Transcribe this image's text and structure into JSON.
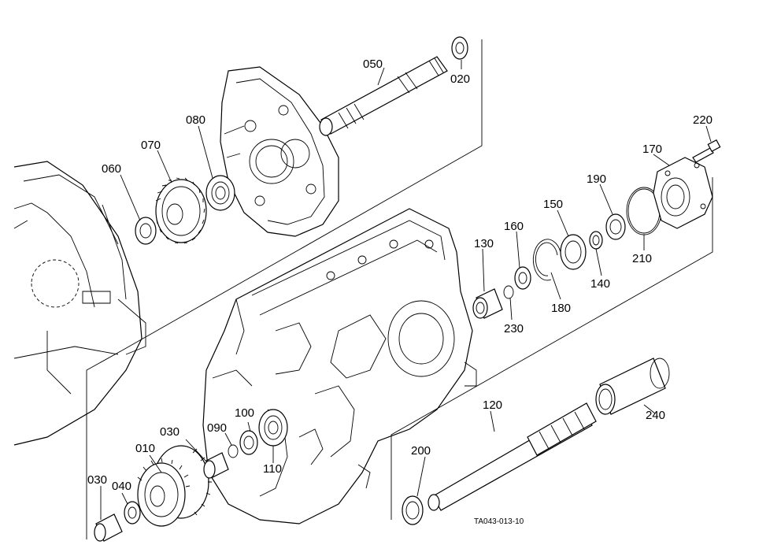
{
  "part_labels": {
    "p010": "010",
    "p020": "020",
    "p030a": "030",
    "p030b": "030",
    "p040": "040",
    "p050": "050",
    "p060": "060",
    "p070": "070",
    "p080": "080",
    "p090": "090",
    "p100": "100",
    "p110": "110",
    "p120": "120",
    "p130": "130",
    "p140": "140",
    "p150": "150",
    "p160": "160",
    "p170": "170",
    "p180": "180",
    "p190": "190",
    "p200": "200",
    "p210": "210",
    "p220": "220",
    "p230": "230",
    "p240": "240"
  },
  "drawing_code": "TA043-013-10"
}
